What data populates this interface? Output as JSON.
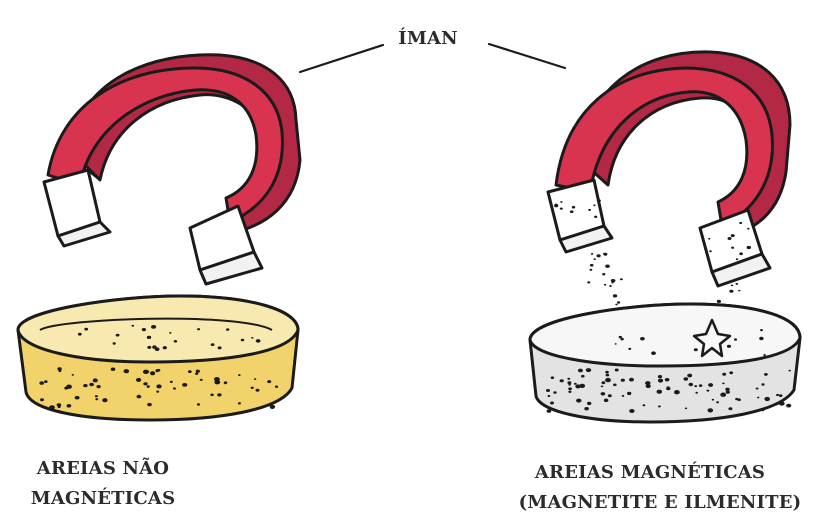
{
  "diagram": {
    "title": "ÍMAN",
    "left": {
      "caption_line1": "AREIAS NÃO",
      "caption_line2": "MAGNÉTICAS",
      "sand_color": "#f2d36b"
    },
    "right": {
      "caption_line1": "AREIAS  MAGNÉTICAS",
      "caption_line2": "(MAGNETITE  E ILMENITE)",
      "sand_color": "#e3e3e3"
    },
    "colors": {
      "magnet": "#d9344f",
      "ink": "#1b1b1b"
    }
  }
}
